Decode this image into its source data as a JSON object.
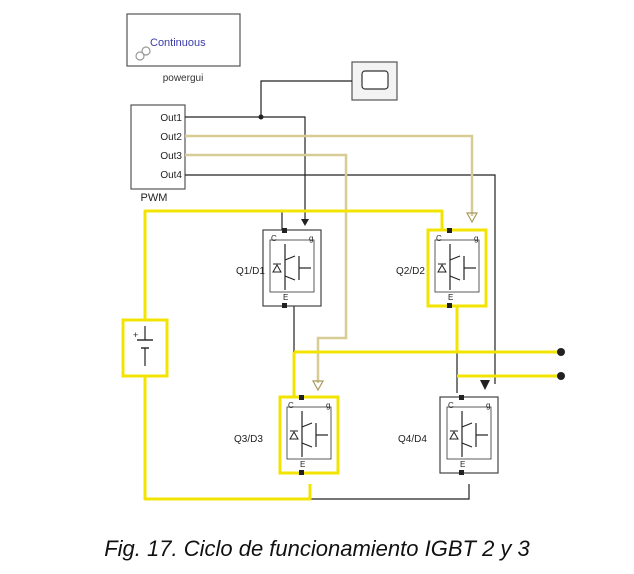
{
  "powergui": {
    "mode_label": "Continuous",
    "name": "powergui"
  },
  "pwm": {
    "name": "PWM",
    "outputs": [
      "Out1",
      "Out2",
      "Out3",
      "Out4"
    ]
  },
  "igbt_pin_labels": {
    "collector": "C",
    "gate": "g",
    "emitter": "E"
  },
  "switches": {
    "q1": {
      "label": "Q1/D1"
    },
    "q2": {
      "label": "Q2/D2"
    },
    "q3": {
      "label": "Q3/D3"
    },
    "q4": {
      "label": "Q4/D4"
    }
  },
  "dc_source": {
    "plus": "+"
  },
  "caption": "Fig. 17. Ciclo de funcionamiento IGBT 2 y 3",
  "colors": {
    "active_path": "#f2e400",
    "active_gate": "#d8cc96",
    "wire": "#222222",
    "block_border": "#444444"
  }
}
